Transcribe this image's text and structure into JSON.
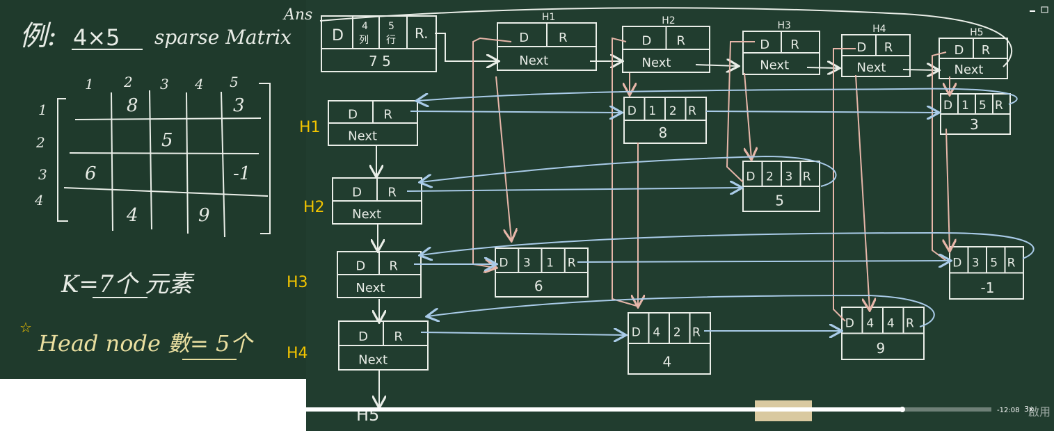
{
  "left": {
    "title_prefix": "例:",
    "title_dims": "4×5",
    "title_text": "sparse Matrix",
    "col_labels": [
      "1",
      "2",
      "3",
      "4",
      "5"
    ],
    "row_labels": [
      "1",
      "2",
      "3",
      "4"
    ],
    "cells": [
      {
        "r": 1,
        "c": 2,
        "v": "8"
      },
      {
        "r": 1,
        "c": 5,
        "v": "3"
      },
      {
        "r": 2,
        "c": 3,
        "v": "5"
      },
      {
        "r": 3,
        "c": 1,
        "v": "6"
      },
      {
        "r": 3,
        "c": 5,
        "v": "-1"
      },
      {
        "r": 4,
        "c": 2,
        "v": "4"
      },
      {
        "r": 4,
        "c": 4,
        "v": "9"
      }
    ],
    "k_line": "K=7个 元素",
    "head_line": "Head node 數= 5个"
  },
  "right": {
    "ans_label": "Ans",
    "ans_node": {
      "d": "D",
      "rows": "4",
      "rows_cap": "列",
      "cols": "5",
      "cols_cap": "行",
      "r": "R.",
      "value": "7 5"
    },
    "head_nodes_top": [
      {
        "label": "H1",
        "d": "D",
        "r": "R",
        "next": "Next"
      },
      {
        "label": "H2",
        "d": "D",
        "r": "R",
        "next": "Next"
      },
      {
        "label": "H3",
        "d": "D",
        "r": "R",
        "next": "Next"
      },
      {
        "label": "H4",
        "d": "D",
        "r": "R",
        "next": "Next"
      },
      {
        "label": "H5",
        "d": "D",
        "r": "R",
        "next": "Next"
      }
    ],
    "head_nodes_left": [
      {
        "label": "H1",
        "d": "D",
        "r": "R",
        "next": "Next"
      },
      {
        "label": "H2",
        "d": "D",
        "r": "R",
        "next": "Next"
      },
      {
        "label": "H3",
        "d": "D",
        "r": "R",
        "next": "Next"
      },
      {
        "label": "H4",
        "d": "D",
        "r": "R",
        "next": "Next"
      }
    ],
    "bottom_label": "H5",
    "element_nodes": [
      {
        "d": "D",
        "i": "1",
        "j": "2",
        "r": "R",
        "v": "8"
      },
      {
        "d": "D",
        "i": "1",
        "j": "5",
        "r": "R",
        "v": "3"
      },
      {
        "d": "D",
        "i": "2",
        "j": "3",
        "r": "R",
        "v": "5"
      },
      {
        "d": "D",
        "i": "3",
        "j": "1",
        "r": "R",
        "v": "6"
      },
      {
        "d": "D",
        "i": "3",
        "j": "5",
        "r": "R",
        "v": "-1"
      },
      {
        "d": "D",
        "i": "4",
        "j": "2",
        "r": "R",
        "v": "4"
      },
      {
        "d": "D",
        "i": "4",
        "j": "4",
        "r": "R",
        "v": "9"
      }
    ],
    "player": {
      "time": "-12:08",
      "speed": "3x",
      "progress": 0.87
    },
    "corner_text": "啟用"
  },
  "colors": {
    "board": "#213d2f",
    "chalk": "#e8ece6",
    "blue_arrow": "#a9cbe8",
    "pink_arrow": "#e7b6a9",
    "yellow": "#f2c400"
  }
}
